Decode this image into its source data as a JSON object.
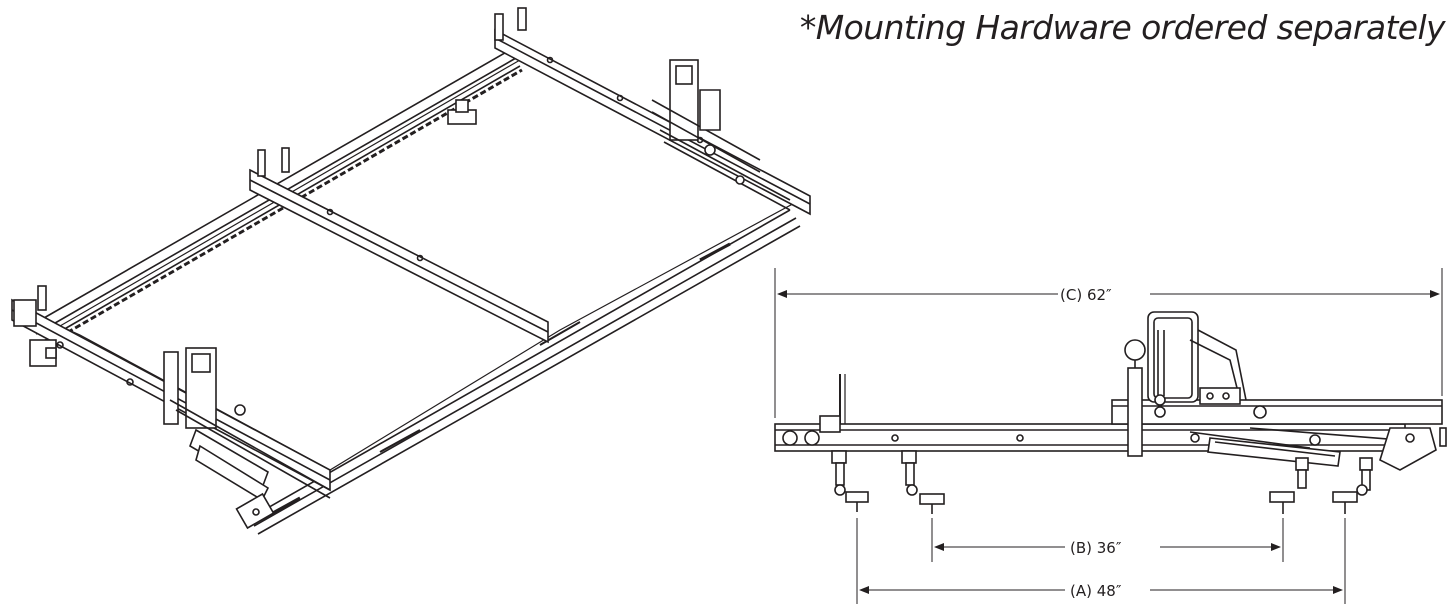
{
  "note": {
    "text": "*Mounting Hardware ordered separately"
  },
  "dimensions": {
    "c_label": "(C) 62″",
    "b_label": "(B) 36″",
    "a_label": "(A) 48″"
  },
  "colors": {
    "line": "#231f20",
    "background": "#ffffff"
  }
}
